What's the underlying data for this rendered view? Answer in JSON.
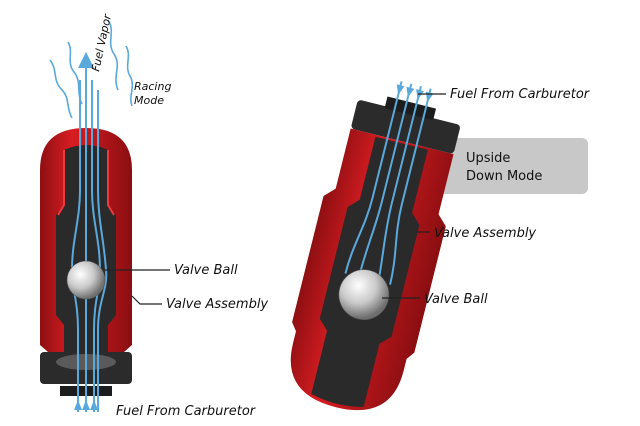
{
  "left_device": {
    "mode_label": [
      "Racing",
      "Mode"
    ],
    "vapor_label": "Fuel Vapor",
    "valve_ball_label": "Valve Ball",
    "valve_assembly_label": "Valve Assembly",
    "fuel_from_label": "Fuel From Carburetor"
  },
  "right_device": {
    "fuel_from_label": "Fuel From Carburetor",
    "mode_label": [
      "Upside",
      "Down Mode"
    ],
    "valve_assembly_label": "Valve Assembly",
    "valve_ball_label": "Valve Ball"
  },
  "colors": {
    "body_red": "#c4161c",
    "body_red_dark": "#7d0d10",
    "core_dark": "#2a2a2a",
    "flow_blue": "#5aa9dc",
    "mode_box": "#c8c8c8"
  }
}
